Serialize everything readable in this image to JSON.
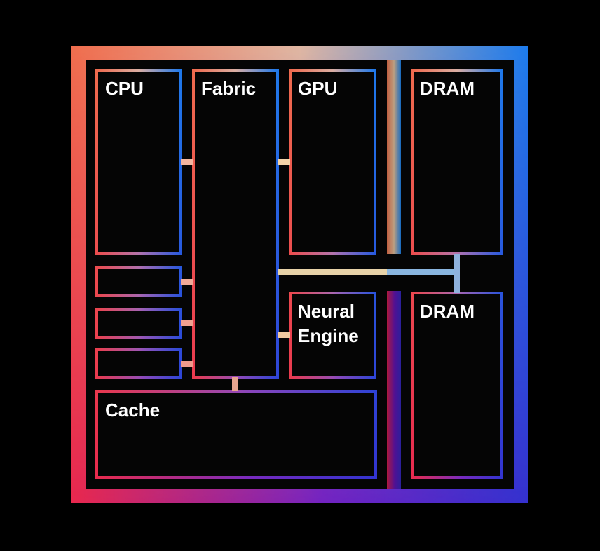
{
  "diagram": {
    "blocks": {
      "cpu": "CPU",
      "fabric": "Fabric",
      "gpu": "GPU",
      "dram_top": "DRAM",
      "dram_bottom": "DRAM",
      "neural_engine_line1": "Neural",
      "neural_engine_line2": "Engine",
      "cache": "Cache"
    },
    "colors": {
      "background": "#000000",
      "chip_fill": "#050505",
      "gradient_top_left": "#f0754e",
      "gradient_top_mid": "#e9c6a0",
      "gradient_top_right": "#1b84ef",
      "gradient_bottom_left": "#e8204e",
      "gradient_bottom_mid": "#6a14c4",
      "gradient_bottom_right": "#3729cc",
      "label": "#ffffff"
    }
  }
}
